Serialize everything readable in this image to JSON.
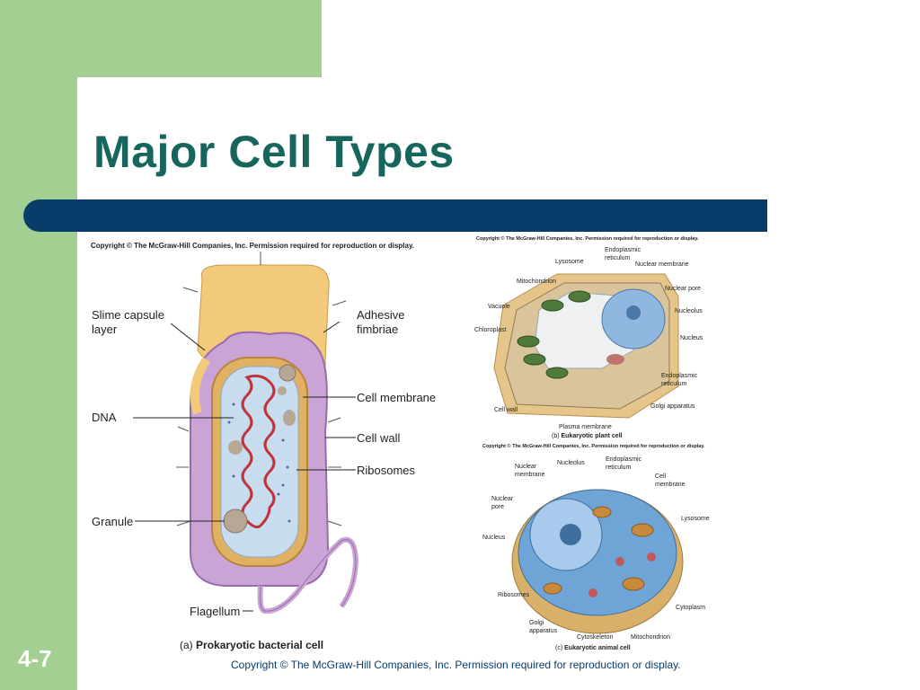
{
  "slide": {
    "title": "Major Cell Types",
    "number": "4-7",
    "footer_copyright": "Copyright © The McGraw-Hill Companies, Inc. Permission required for reproduction or display."
  },
  "prokaryote": {
    "copyright": "Copyright © The McGraw-Hill Companies, Inc. Permission required for reproduction or display.",
    "labels": {
      "slime_capsule": "Slime capsule",
      "slime_capsule_2": "layer",
      "adhesive": "Adhesive",
      "adhesive_2": "fimbriae",
      "cell_membrane": "Cell membrane",
      "dna": "DNA",
      "cell_wall": "Cell wall",
      "ribosomes": "Ribosomes",
      "granule": "Granule",
      "flagellum": "Flagellum"
    },
    "caption_prefix": "(a)",
    "caption_text": "Prokaryotic bacterial cell"
  },
  "plant": {
    "copyright": "Copyright © The McGraw-Hill Companies, Inc. Permission required for reproduction or display.",
    "labels": {
      "lysosome": "Lysosome",
      "er_top_1": "Endoplasmic",
      "er_top_2": "reticulum",
      "nuclear_membrane": "Nuclear membrane",
      "mitochondrion": "Mitochondrion",
      "nuclear_pore": "Nuclear pore",
      "vacuole": "Vacuole",
      "nucleolus": "Nucleolus",
      "chloroplast": "Chloroplast",
      "nucleus": "Nucleus",
      "er_bottom_1": "Endoplasmic",
      "er_bottom_2": "reticulum",
      "golgi": "Golgi apparatus",
      "cell_wall": "Cell wall",
      "plasma_membrane": "Plasma membrane"
    },
    "caption_prefix": "(b)",
    "caption_text": "Eukaryotic plant cell"
  },
  "animal": {
    "copyright": "Copyright © The McGraw-Hill Companies, Inc. Permission required for reproduction or display.",
    "labels": {
      "nuclear_membrane_1": "Nuclear",
      "nuclear_membrane_2": "membrane",
      "nucleolus": "Nucleolus",
      "er_1": "Endoplasmic",
      "er_2": "reticulum",
      "cell_membrane_1": "Cell",
      "cell_membrane_2": "membrane",
      "nuclear_pore_1": "Nuclear",
      "nuclear_pore_2": "pore",
      "lysosome": "Lysosome",
      "nucleus": "Nucleus",
      "ribosomes": "Ribosomes",
      "cytoplasm": "Cytoplasm",
      "golgi_1": "Golgi",
      "golgi_2": "apparatus",
      "cytoskeleton": "Cytoskeleton",
      "mitochondrion": "Mitochondrion"
    },
    "caption_prefix": "(c)",
    "caption_text": "Eukaryotic animal cell"
  },
  "colors": {
    "title": "#17665e",
    "bar": "#073c6b",
    "green": "#a3cf92"
  }
}
